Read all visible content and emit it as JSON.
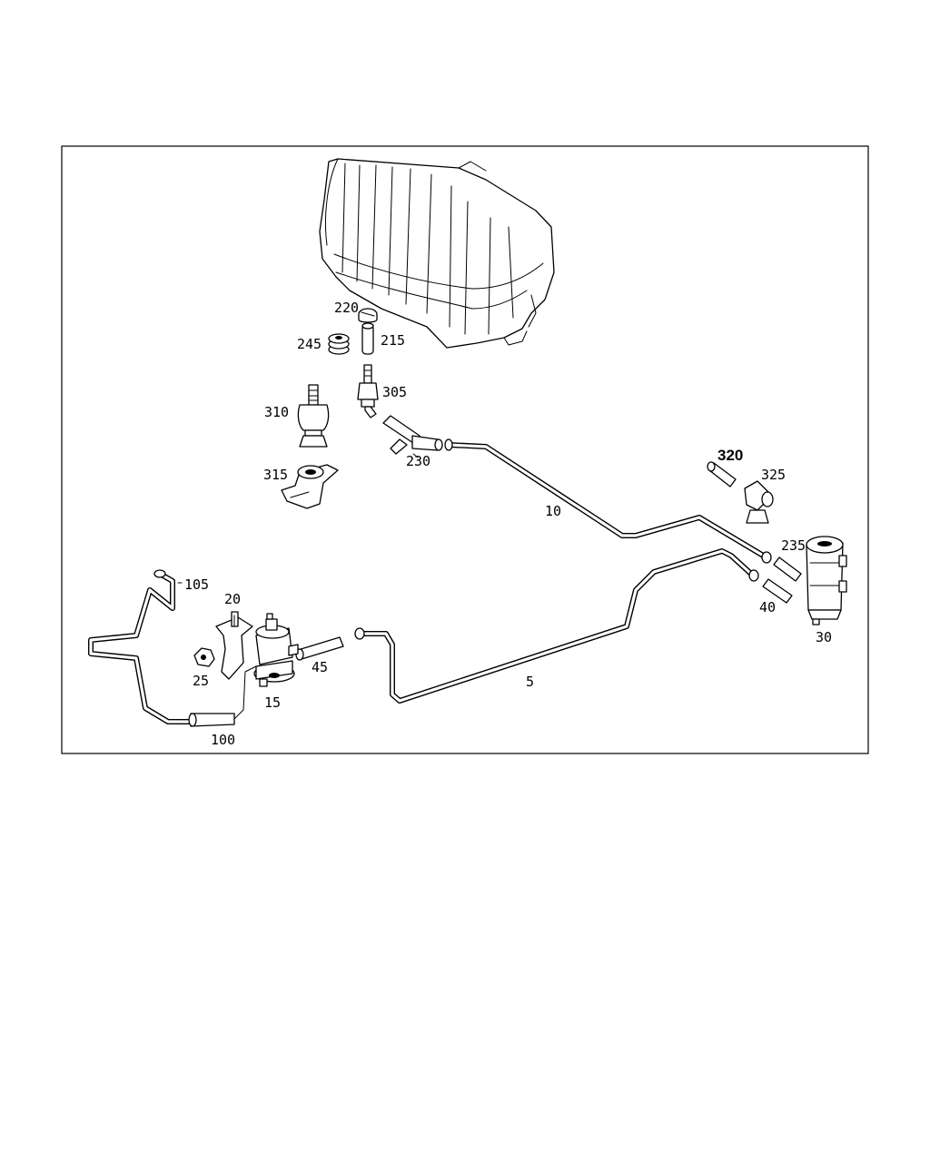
{
  "labels": {
    "p5": "5",
    "p10": "10",
    "p15": "15",
    "p20": "20",
    "p25": "25",
    "p30": "30",
    "p40": "40",
    "p45": "45",
    "p100": "100",
    "p105": "105",
    "p215": "215",
    "p220": "220",
    "p230": "230",
    "p235": "235",
    "p245": "245",
    "p305": "305",
    "p310": "310",
    "p315": "315",
    "p320": "320",
    "p325": "325"
  }
}
